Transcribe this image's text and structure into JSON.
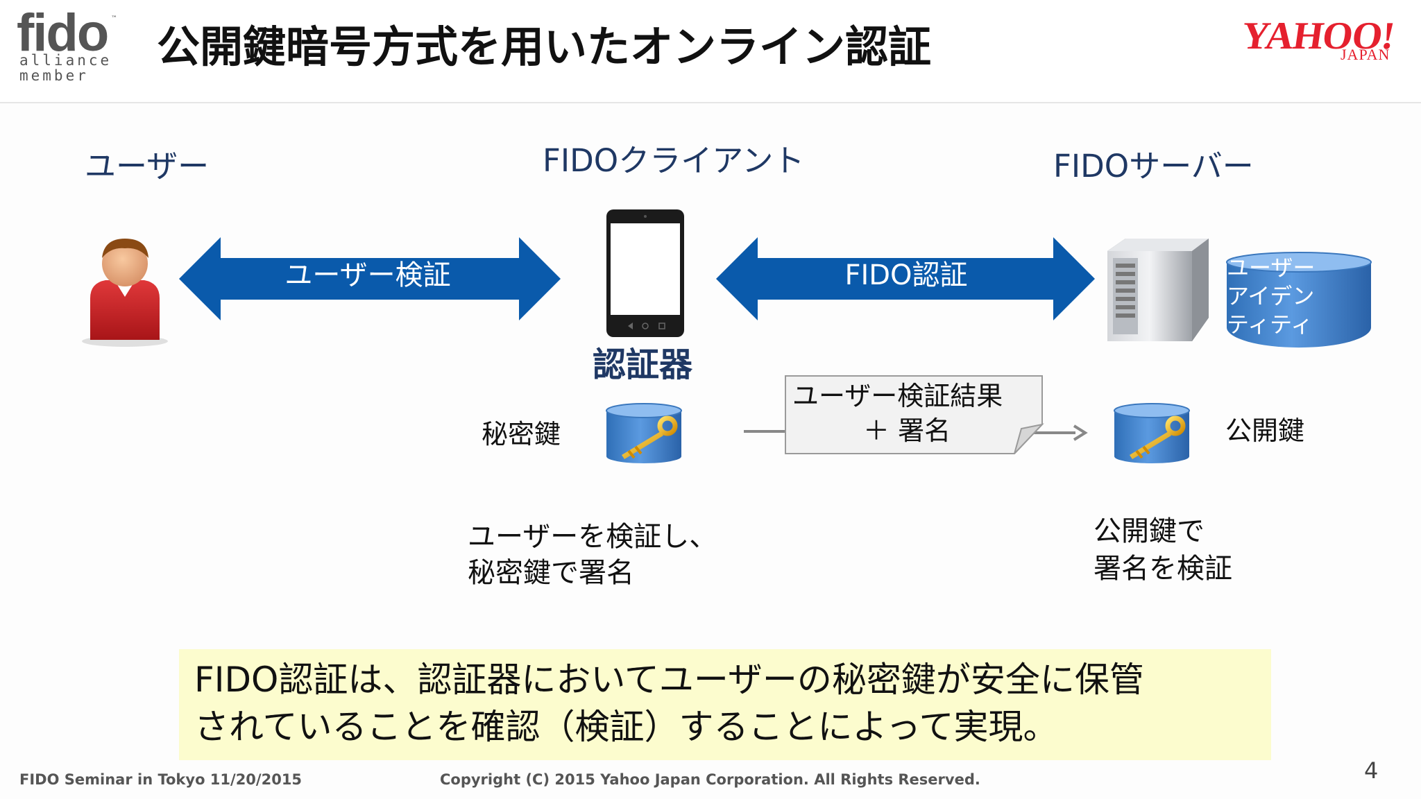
{
  "header": {
    "logo_fido": "fido",
    "logo_alliance": "alliance",
    "logo_member": "member",
    "title": "公開鍵暗号方式を用いたオンライン認証",
    "yahoo_logo": "YAHOO!",
    "yahoo_japan": "JAPAN"
  },
  "diagram": {
    "user_label": "ユーザー",
    "client_label": "FIDOクライアント",
    "server_label": "FIDOサーバー",
    "left_arrow_label": "ユーザー検証",
    "right_arrow_label": "FIDO認証",
    "authenticator_label": "認証器",
    "identity_db_lines": [
      "ユーザー",
      "アイデン",
      "ティティ"
    ],
    "private_key_label": "秘密鍵",
    "public_key_label": "公開鍵",
    "message_line1": "ユーザー検証結果",
    "message_line2": "＋ 署名",
    "client_desc_line1": "ユーザーを検証し、",
    "client_desc_line2": "秘密鍵で署名",
    "server_desc_line1": "公開鍵で",
    "server_desc_line2": "署名を検証"
  },
  "summary": {
    "line1": "FIDO認証は、認証器においてユーザーの秘密鍵が安全に保管",
    "line2": "されていることを確認（検証）することによって実現。"
  },
  "footer": {
    "seminar": "FIDO Seminar in Tokyo 11/20/2015",
    "copyright": "Copyright (C) 2015 Yahoo Japan Corporation. All Rights Reserved.",
    "page_number": "4"
  },
  "colors": {
    "arrow_blue": "#0a5aab",
    "label_navy": "#1f3864",
    "yahoo_red": "#e5202e",
    "fido_orange": "#f5a800",
    "summary_bg": "#fcfcce"
  }
}
